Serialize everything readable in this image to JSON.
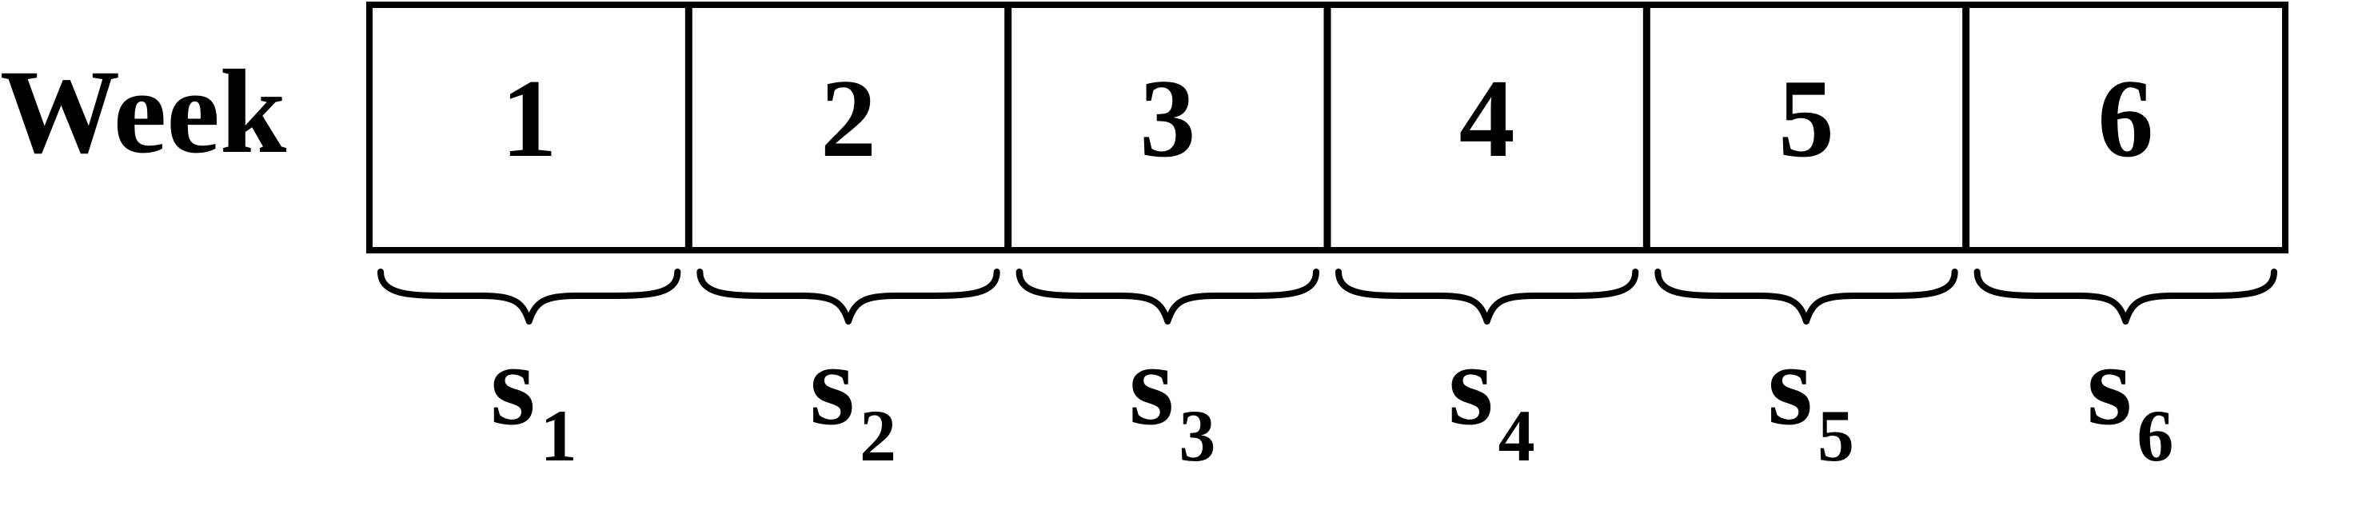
{
  "row_label": "Week",
  "weeks": [
    "1",
    "2",
    "3",
    "4",
    "5",
    "6"
  ],
  "segments": [
    {
      "main": "s",
      "sub": "1"
    },
    {
      "main": "s",
      "sub": "2"
    },
    {
      "main": "s",
      "sub": "3"
    },
    {
      "main": "s",
      "sub": "4"
    },
    {
      "main": "s",
      "sub": "5"
    },
    {
      "main": "s",
      "sub": "6"
    }
  ],
  "colors": {
    "ink": "#000000",
    "background": "#ffffff"
  }
}
